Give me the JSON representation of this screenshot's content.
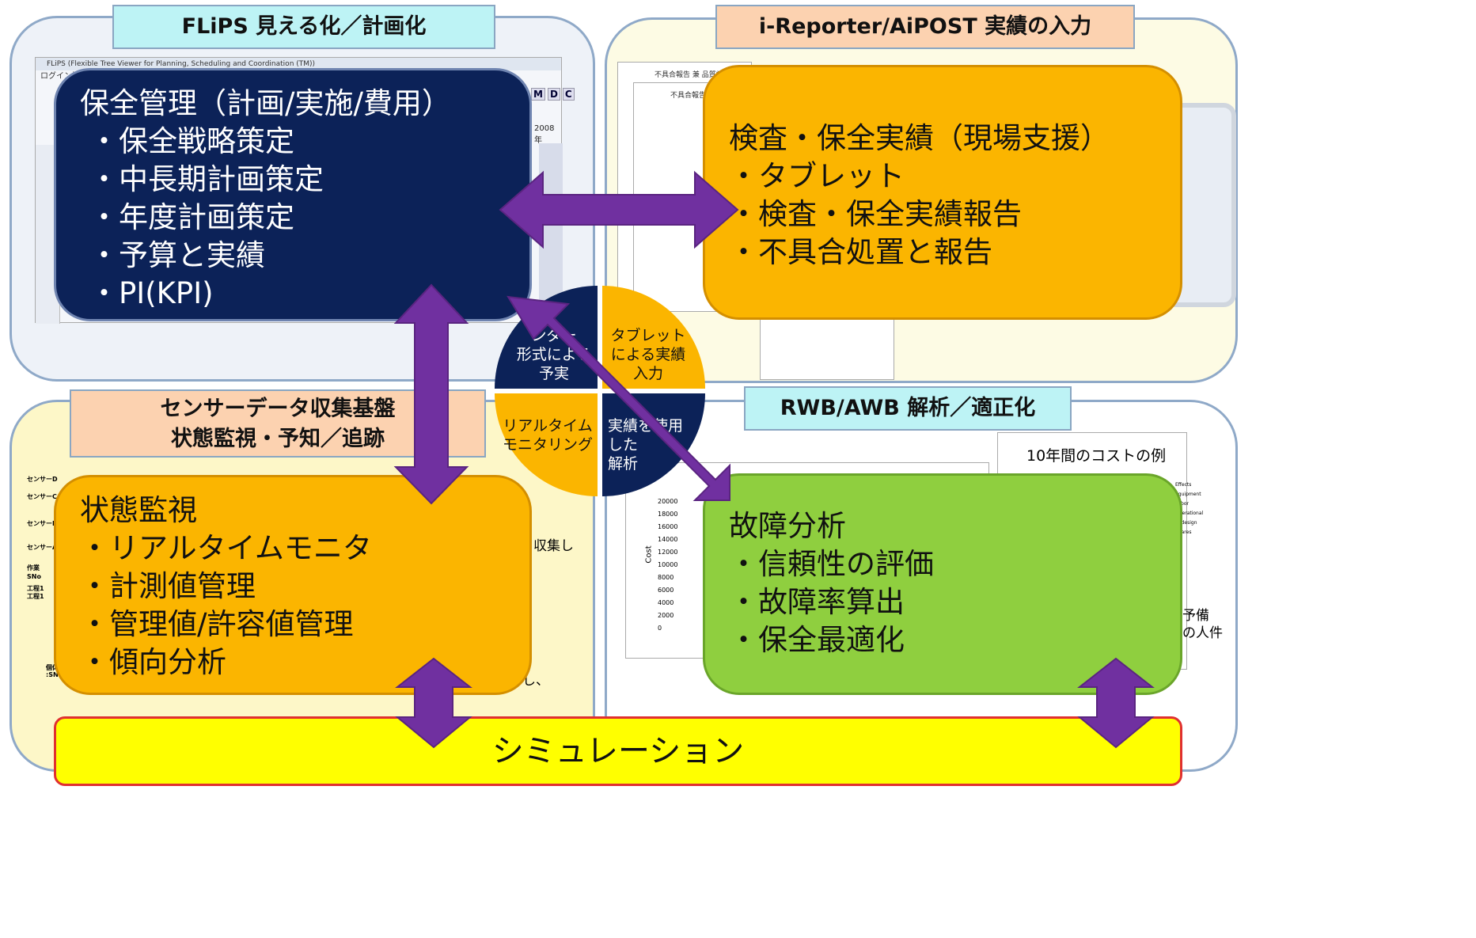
{
  "quadrants": {
    "top_left": {
      "tab": "FLiPS 見える化／計画化"
    },
    "top_right": {
      "tab": "i-Reporter/AiPOST 実績の入力"
    },
    "bottom_left": {
      "tab_line1": "センサーデータ収集基盤",
      "tab_line2": "状態監視・予知／追跡"
    },
    "bottom_right": {
      "tab": "RWB/AWB 解析／適正化"
    }
  },
  "boxes": {
    "planning": {
      "title": "保全管理（計画/実施/費用）",
      "items": [
        "・保全戦略策定",
        "・中長期計画策定",
        "・年度計画策定",
        "・予算と実績",
        "・PI(KPI)"
      ]
    },
    "inspection": {
      "title": "検査・保全実績（現場支援）",
      "items": [
        "・タブレット",
        "・検査・保全実績報告",
        "・不具合処置と報告"
      ]
    },
    "monitoring": {
      "title": "状態監視",
      "items": [
        "・リアルタイムモニタ",
        "・計測値管理",
        "・管理値/許容値管理",
        "・傾向分析"
      ]
    },
    "failure": {
      "title": "故障分析",
      "items": [
        "・信頼性の評価",
        "・故障率算出",
        "・保全最適化"
      ]
    }
  },
  "wheel": {
    "tl": [
      "ンダー",
      "形式による",
      "予実"
    ],
    "tr": [
      "タブレット",
      "による実績",
      "入力"
    ],
    "bl": [
      "リアルタイム",
      "モニタリング"
    ],
    "br": [
      "実績を使用",
      "した",
      "解析"
    ]
  },
  "simulation": "シミュレーション",
  "screenshots": {
    "flips_window_title": "FLiPS (Flexible Tree Viewer for Planning, Scheduling and Coordination (TM))",
    "flips_menu": "ログイン情",
    "flips_year": "2008 年",
    "flips_btns": [
      "M",
      "D",
      "C"
    ],
    "report_title": "不具合報告 兼 品質対策シ",
    "report_title2": "不具合報告 兼",
    "cost_chart_title": "10年間のコストの例",
    "cost_ylabel": "Cost",
    "cost_ticks": [
      "20000",
      "18000",
      "16000",
      "14000",
      "12000",
      "10000",
      "8000",
      "6000",
      "4000",
      "2000",
      "0"
    ],
    "cost_legend": [
      "Effects",
      "Equipment",
      "Labor",
      "Operational",
      "Redesign",
      "Spares"
    ],
    "snippet_yobi": "予備",
    "snippet_ninken": "の人件",
    "snippet_shushi": "収集し",
    "snippet_shi": "し、",
    "sensor_labels": [
      "センサーD",
      "センサーC",
      "センサーB",
      "センサーA",
      "作業",
      "SNo",
      "工程1",
      "工程1",
      "個体",
      ":SNo"
    ]
  },
  "colors": {
    "navy": "#0c2258",
    "orange": "#fbb500",
    "green": "#8fcf3f",
    "arrow": "#7030a0",
    "sim": "#ffff00"
  }
}
